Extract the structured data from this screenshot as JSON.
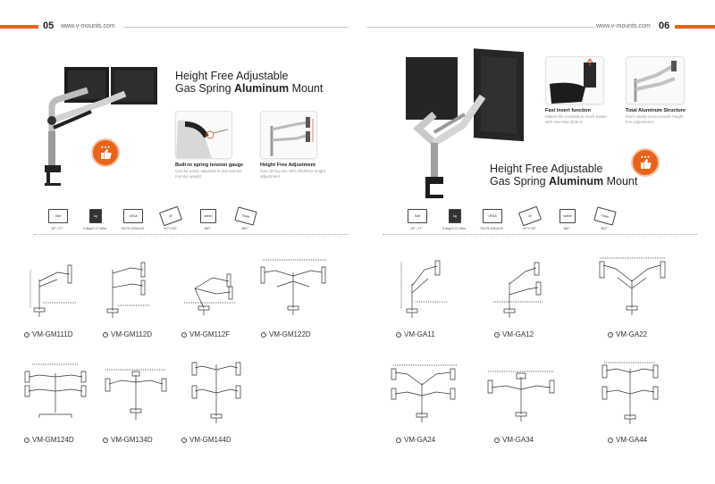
{
  "left_page": {
    "page_number": "05",
    "website": "www.v-mounts.com",
    "title_line1": "Height Free Adjustable",
    "title_line2_pre": "Gas Spring ",
    "title_line2_bold": "Aluminum",
    "title_line2_post": " Mount",
    "features": [
      {
        "title": "Built-in spring tension gauge",
        "desc": "Can be easily adjusted to suit various monitor weight"
      },
      {
        "title": "Height Free Adjustment",
        "desc": "Gas spring arm with effortless height adjustment"
      }
    ],
    "specs": [
      {
        "icon_text": "Size",
        "label": "15\"- 27\""
      },
      {
        "icon_text": "kg",
        "label": "0-8kg/0-17.6lbs"
      },
      {
        "icon_text": "VESA",
        "label": "75x75,100x100"
      },
      {
        "icon_text": "tilt",
        "label": "-90°/+15°"
      },
      {
        "icon_text": "swivel",
        "label": "180°"
      },
      {
        "icon_text": "rotate",
        "label": "360°"
      }
    ],
    "models_row1": [
      "VM-GM111D",
      "VM-GM112D",
      "VM-GM112F",
      "VM-GM122D"
    ],
    "models_row2": [
      "VM-GM124D",
      "VM-GM134D",
      "VM-GM144D"
    ]
  },
  "right_page": {
    "page_number": "06",
    "website": "www.v-mounts.com",
    "title_line1": "Height Free Adjustable",
    "title_line2_pre": "Gas Spring ",
    "title_line2_bold": "Aluminum",
    "title_line2_post": " Mount",
    "features": [
      {
        "title": "Fast insert function",
        "desc": "Makes the installation much easier with one-step slide in"
      },
      {
        "title": "Total Aluminum Structure",
        "desc": "More sturdy arms provide height free adjustment"
      }
    ],
    "specs": [
      {
        "icon_text": "Size",
        "label": "15\"- 27\""
      },
      {
        "icon_text": "kg",
        "label": "0-8kg/0-17.6lbs"
      },
      {
        "icon_text": "VESA",
        "label": "75x75,100x100"
      },
      {
        "icon_text": "tilt",
        "label": "-90°/+15°"
      },
      {
        "icon_text": "swivel",
        "label": "180°"
      },
      {
        "icon_text": "rotate",
        "label": "360°"
      }
    ],
    "models_row1": [
      "VM-GA11",
      "VM-GA12",
      "VM-GA22"
    ],
    "models_row2": [
      "VM-GA24",
      "VM-GA34",
      "VM-GA44"
    ]
  },
  "colors": {
    "accent": "#e8641b",
    "text": "#333333",
    "muted": "#999999"
  },
  "icons": {
    "badge": "thumbs-up-icon",
    "model_bullet": "circle-dot-icon"
  }
}
